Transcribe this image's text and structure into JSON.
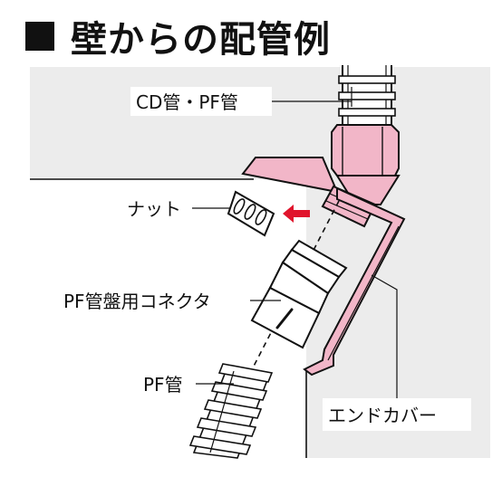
{
  "title": "壁からの配管例",
  "labels": {
    "cd_pf_pipe": "CD管・PF管",
    "nut": "ナット",
    "pf_connector": "PF管盤用コネクタ",
    "pf_pipe": "PF管",
    "end_cover": "エンドカバー"
  },
  "colors": {
    "wall_gray": "#ececec",
    "pink": "#f2b6c8",
    "arrow_red": "#e0142c",
    "outline": "#111111"
  }
}
